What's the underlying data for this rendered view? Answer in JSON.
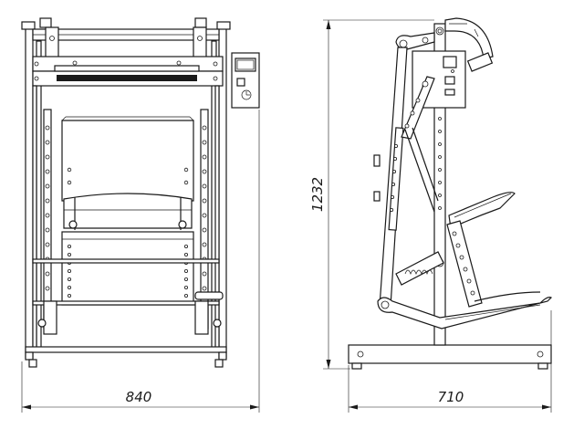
{
  "dimensions": {
    "width_front": "840",
    "depth_side": "710",
    "height": "1232"
  }
}
